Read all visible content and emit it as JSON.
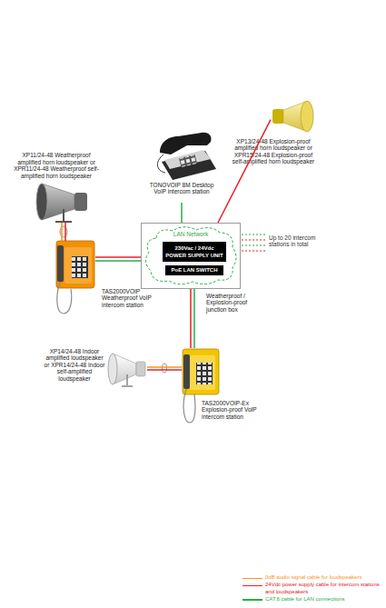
{
  "diagram": {
    "nodes": [
      {
        "text": [
          "XP11/24-48 Weatherproof amplified horn loudspeaker or XPR11/24-48 Weatherproof self-amplified horn loudspeaker"
        ]
      },
      {
        "text": [
          "TONOVOIP 8M Desktop VoIP intercom station"
        ]
      },
      {
        "text": [
          "XP13/24-48 Explosion-proof amplified horn loudspeaker or XPR15/24-48 Explosion-proof self-amplified horn loudspeaker"
        ]
      },
      {
        "text": [
          "Weatherproof / Explosion-proof junction box"
        ]
      },
      {
        "text": [
          "LAN Network"
        ],
        "in": 3
      },
      {
        "text": [
          "230Vac / 24Vdc POWER SUPPLY UNIT"
        ],
        "in": 4
      },
      {
        "text": [
          "PoE LAN SWITCH"
        ],
        "in": 4
      },
      {
        "text": [
          "TAS2000VOIP Weatherproof VoIP intercom station"
        ]
      },
      {
        "text": [
          "XP14/24-48 Indoor amplified loudspeaker or XPR14/24-48 Indoor self-amplified loudspeaker"
        ]
      },
      {
        "text": [
          "TAS2000VOIP-Ex Explosion-proof VoIP intercom station"
        ]
      }
    ],
    "edges": [
      {
        "from": 0,
        "to": 7,
        "arrow": "none"
      },
      {
        "from": 0,
        "to": 7,
        "arrow": "none"
      },
      {
        "from": 1,
        "to": 3,
        "arrow": "none"
      },
      {
        "from": 2,
        "to": 3,
        "arrow": "none"
      },
      {
        "from": 7,
        "to": 3,
        "arrow": "none"
      },
      {
        "from": 7,
        "to": 3,
        "arrow": "none"
      },
      {
        "from": 9,
        "to": 3,
        "arrow": "none"
      },
      {
        "from": 9,
        "to": 3,
        "arrow": "none"
      },
      {
        "from": 8,
        "to": 9,
        "arrow": "none"
      },
      {
        "from": 8,
        "to": 9,
        "arrow": "none"
      }
    ],
    "labels": [
      "Up to 20 intercom stations in total"
    ],
    "legend": [
      {
        "text": "0dB audio signal cable for loudspeakers",
        "color": "#f7941d"
      },
      {
        "text": "24Vdc power supply cable for intercom stations and loudspeakers",
        "color": "#e8202a"
      },
      {
        "text": "CAT.6 cable for LAN connections",
        "color": "#2bab4a"
      }
    ]
  }
}
